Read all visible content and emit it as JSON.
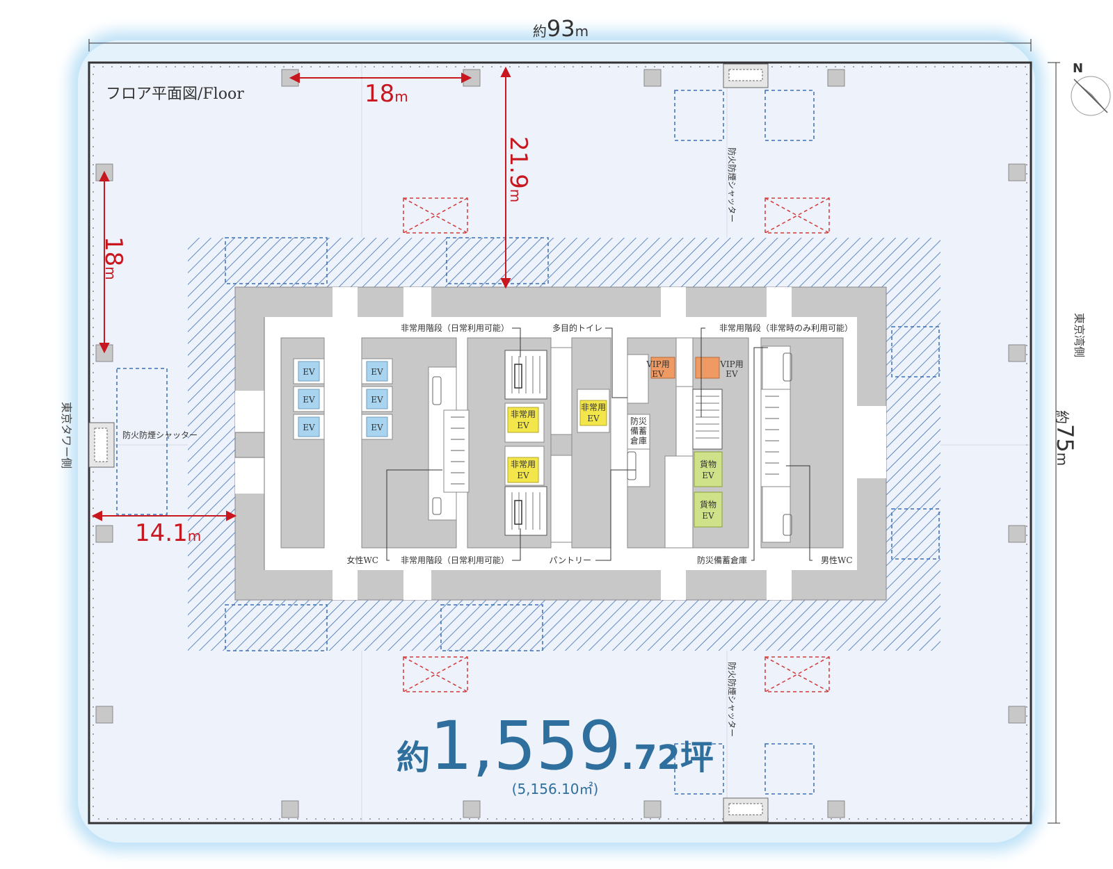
{
  "title": "フロア平面図/Floor",
  "dimensions": {
    "width_label_prefix": "約",
    "width_value": "93",
    "height_label_prefix": "約",
    "height_value": "75",
    "unit": "m",
    "span_top": "18",
    "span_left": "18",
    "core_depth": "21.9",
    "core_offset": "14.1"
  },
  "area": {
    "prefix": "約",
    "integer": "1,559",
    "decimal": ".72",
    "unit": "坪",
    "sqm": "(5,156.10㎡)"
  },
  "sides": {
    "left": "東京タワー側",
    "right": "東京湾側",
    "north": "N"
  },
  "shutters": {
    "label": "防火防煙シャッター"
  },
  "core_labels": {
    "ev": "EV",
    "emergency_ev_1": "非常用",
    "emergency_ev_2": "EV",
    "vip_ev_1": "VIP用",
    "vip_ev_2": "EV",
    "freight_ev_1": "貨物",
    "freight_ev_2": "EV",
    "storage_1": "防災",
    "storage_2": "備蓄",
    "storage_3": "倉庫",
    "stairs_daily_top": "非常用階段（日常利用可能）",
    "multipurpose_toilet": "多目的トイレ",
    "stairs_emergency_only": "非常用階段（非常時のみ利用可能）",
    "womens_wc": "女性WC",
    "stairs_daily_bottom": "非常用階段（日常利用可能）",
    "pantry": "パントリー",
    "storage_label": "防災備蓄倉庫",
    "mens_wc": "男性WC"
  },
  "colors": {
    "floor": "#eef2fb",
    "glow": "#bfe2f7",
    "core_gray": "#c8c8c8",
    "ev_blue": "#a9d4f0",
    "ev_yellow": "#f3e64b",
    "ev_orange": "#ef9a62",
    "ev_green": "#cfe28a",
    "dimension_red": "#c8171e",
    "area_blue": "#2e6f9e",
    "hatch_blue": "#3a6fb5"
  }
}
